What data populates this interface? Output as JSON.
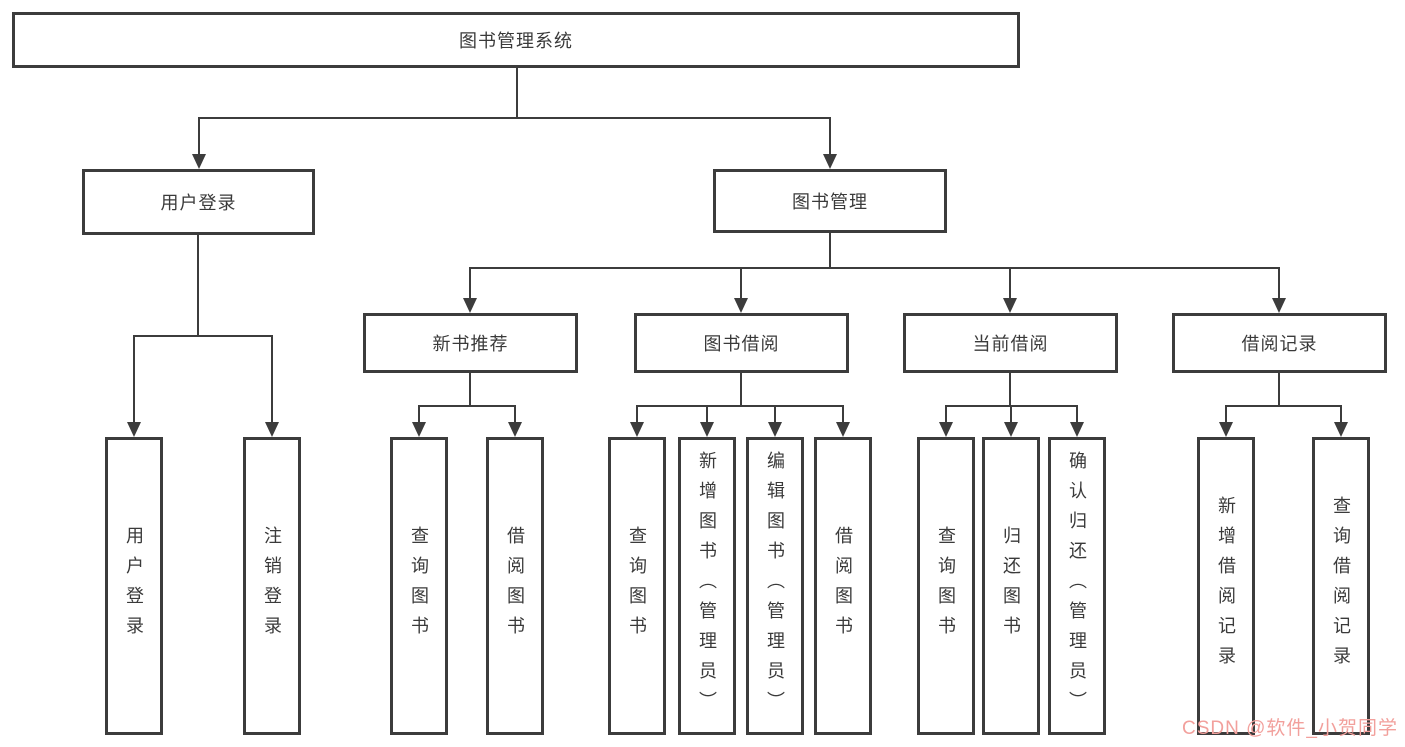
{
  "colors": {
    "line": "#3c3c3c",
    "text": "#3a3a3a",
    "background": "#ffffff",
    "watermark": "#f2a09c"
  },
  "watermark": {
    "text": "CSDN @软件_小贺同学"
  },
  "tree": {
    "label": "图书管理系统",
    "children": [
      {
        "label": "用户登录",
        "children": [
          {
            "label": "用户登录"
          },
          {
            "label": "注销登录"
          }
        ]
      },
      {
        "label": "图书管理",
        "children": [
          {
            "label": "新书推荐",
            "children": [
              {
                "label": "查询图书"
              },
              {
                "label": "借阅图书"
              }
            ]
          },
          {
            "label": "图书借阅",
            "children": [
              {
                "label": "查询图书"
              },
              {
                "label": "新增图书（管理员）"
              },
              {
                "label": "编辑图书（管理员）"
              },
              {
                "label": "借阅图书"
              }
            ]
          },
          {
            "label": "当前借阅",
            "children": [
              {
                "label": "查询图书"
              },
              {
                "label": "归还图书"
              },
              {
                "label": "确认归还（管理员）"
              }
            ]
          },
          {
            "label": "借阅记录",
            "children": [
              {
                "label": "新增借阅记录"
              },
              {
                "label": "查询借阅记录"
              }
            ]
          }
        ]
      }
    ]
  }
}
